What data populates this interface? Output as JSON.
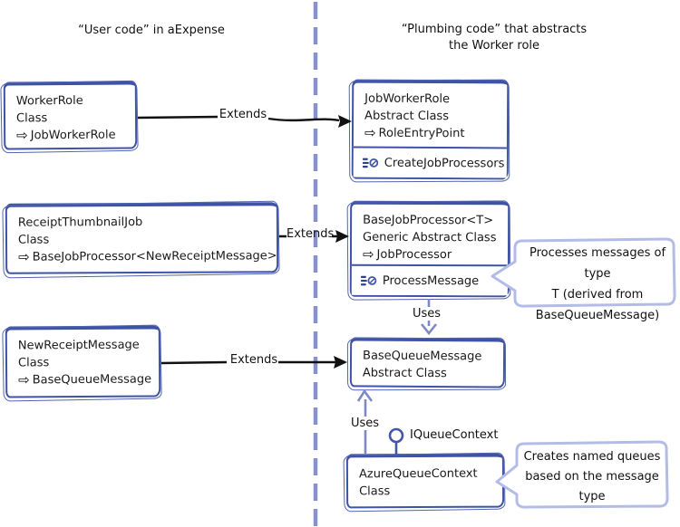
{
  "headers": {
    "left": "“User code” in aExpense",
    "right_line1": "“Plumbing code” that abstracts",
    "right_line2": "the Worker role"
  },
  "labels": {
    "extends": "Extends",
    "uses": "Uses",
    "interface_name": "IQueueContext"
  },
  "icons": {
    "derives_arrow": "⇨",
    "method_icon": "method-glyph",
    "interface_lollipop": "lollipop-circle"
  },
  "classes": {
    "worker_role": {
      "name": "WorkerRole",
      "kind": "Class",
      "base": "JobWorkerRole"
    },
    "job_worker_role": {
      "name": "JobWorkerRole",
      "kind": "Abstract Class",
      "base": "RoleEntryPoint",
      "method": "CreateJobProcessors"
    },
    "receipt_thumbnail_job": {
      "name": "ReceiptThumbnailJob",
      "kind": "Class",
      "base": "BaseJobProcessor<NewReceiptMessage>"
    },
    "base_job_processor": {
      "name": "BaseJobProcessor<T>",
      "kind": "Generic Abstract Class",
      "base": "JobProcessor",
      "method": "ProcessMessage"
    },
    "new_receipt_message": {
      "name": "NewReceiptMessage",
      "kind": "Class",
      "base": "BaseQueueMessage"
    },
    "base_queue_message": {
      "name": "BaseQueueMessage",
      "kind": "Abstract Class"
    },
    "azure_queue_context": {
      "name": "AzureQueueContext",
      "kind": "Class"
    }
  },
  "callouts": {
    "process_message_note": {
      "line1": "Processes messages of type",
      "line2": "T (derived from",
      "line3": "BaseQueueMessage)"
    },
    "queue_context_note": {
      "line1": "Creates named queues",
      "line2": "based on the message",
      "line3": "type"
    }
  },
  "colors": {
    "box_border": "#3f53a6",
    "box_border_dark": "#2d3f94",
    "sketch_stroke": "#5265b0",
    "divider_dashed": "#8791cc",
    "callout_border": "#b3bce6",
    "uses_arrow": "#7c89c6",
    "connector": "#111111",
    "text": "#1a1a1a"
  }
}
